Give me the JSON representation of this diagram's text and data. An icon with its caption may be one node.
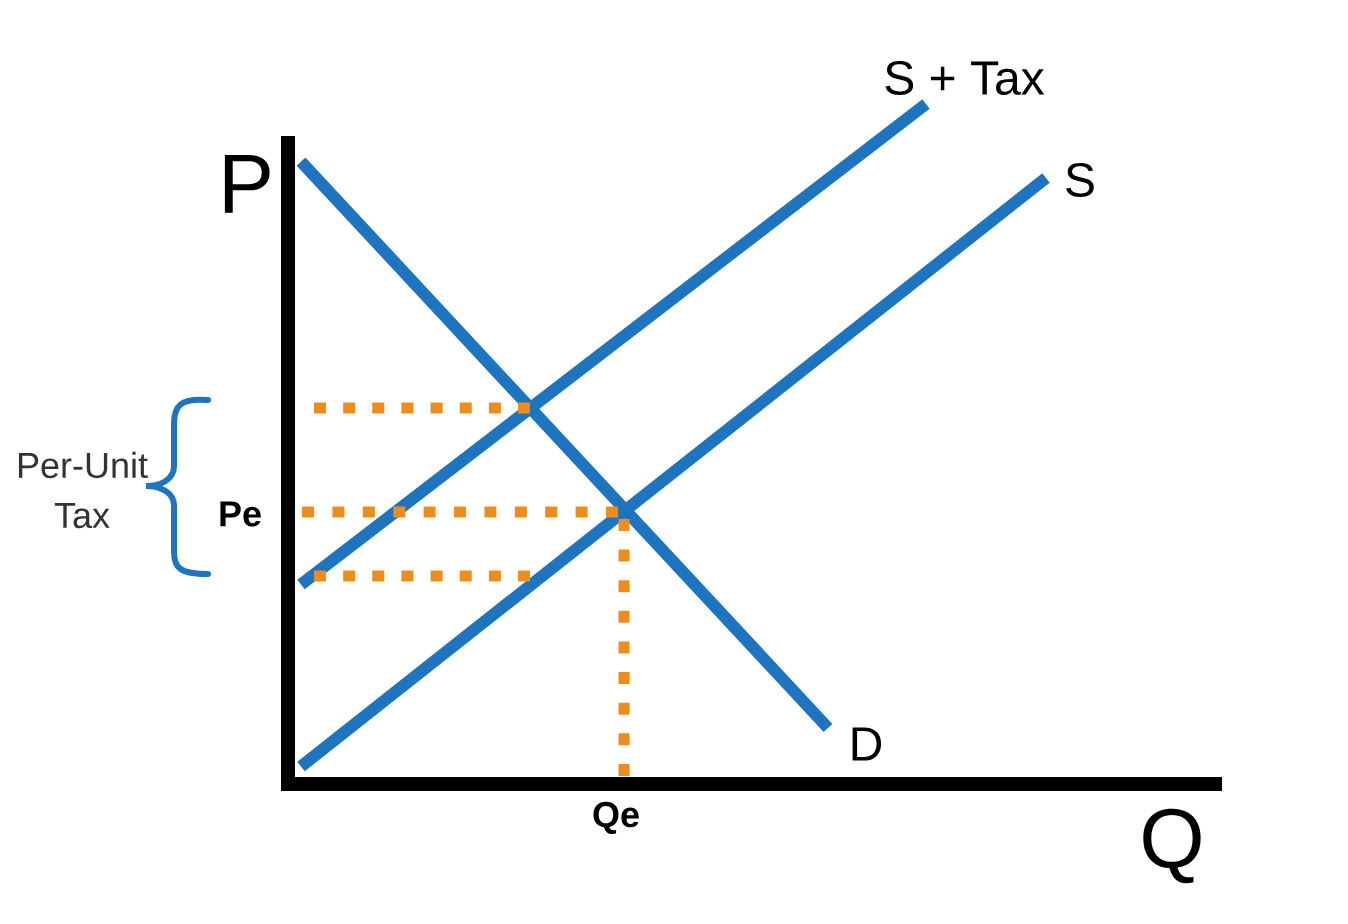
{
  "diagram": {
    "labels": [
      "S + Tax",
      "S",
      "P",
      "Per-Unit Tax",
      "Pe",
      "D",
      "Qe",
      "Q"
    ]
  }
}
